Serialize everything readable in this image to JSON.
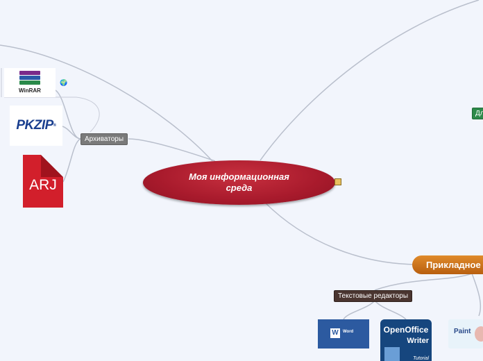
{
  "central_topic": "Моя информационная среда",
  "archivers": {
    "label": "Архиваторы",
    "items": [
      {
        "name": "WinRAR",
        "icon": "winrar-logo"
      },
      {
        "name": "PKZIP",
        "icon": "pkzip-logo"
      },
      {
        "name": "ARJ",
        "icon": "arj-file-icon"
      }
    ]
  },
  "applied": {
    "label": "Прикладное",
    "text_editors": {
      "label": "Текстовые редакторы",
      "items": [
        {
          "name": "Word",
          "icon": "word-logo"
        },
        {
          "name_line1": "OpenOffice",
          "name_line2": "Writer",
          "name_line3": "Tutorial",
          "icon": "openoffice-writer-logo"
        }
      ]
    },
    "graphics": {
      "name": "Paint",
      "icon": "paint-logo"
    }
  },
  "partial_label": "Дл",
  "colors": {
    "central": "#a81a2c",
    "applied": "#c96f14",
    "text_editors_label": "#4a3530",
    "archivers_label": "#7a7a7a",
    "partial_label": "#2e8a4a",
    "connector": "#b9bfcc",
    "background": "#f2f5fc"
  }
}
